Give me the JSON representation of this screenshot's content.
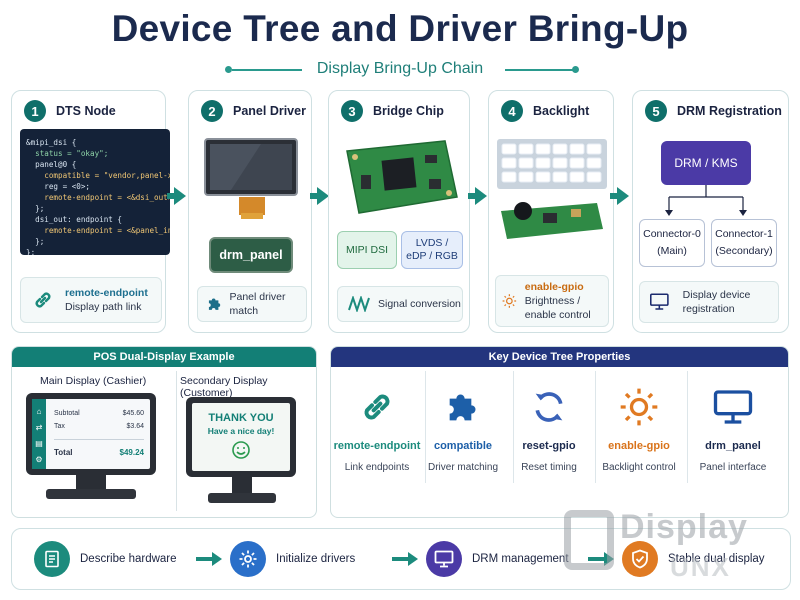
{
  "title": "Device Tree and Driver Bring-Up",
  "subtitle": "Display Bring-Up Chain",
  "steps": [
    {
      "num": "1",
      "title": "DTS Node",
      "code": [
        "&mipi_dsi {",
        "  status = \"okay\";",
        "  panel@0 {",
        "    compatible = \"vendor,panel-x\";",
        "    reg = <0>;",
        "    remote-endpoint = <&dsi_out>;",
        "  };",
        "  dsi_out: endpoint {",
        "    remote-endpoint = <&panel_in>;",
        "  };",
        "};"
      ],
      "info_em": "remote-endpoint",
      "info_text": "Display path link",
      "icon": "link-icon"
    },
    {
      "num": "2",
      "title": "Panel Driver",
      "chip_label": "drm_panel",
      "info_text": "Panel driver match",
      "icon": "puzzle-icon"
    },
    {
      "num": "3",
      "title": "Bridge Chip",
      "mipi": "MIPI DSI",
      "lvds": "LVDS / eDP / RGB",
      "info_text": "Signal conversion",
      "icon": "signal-wave-icon"
    },
    {
      "num": "4",
      "title": "Backlight",
      "info_em": "enable-gpio",
      "info_text": "Brightness / enable control",
      "icon": "sun-icon"
    },
    {
      "num": "5",
      "title": "DRM Registration",
      "drm": "DRM / KMS",
      "connectors": [
        {
          "name": "Connector-0",
          "role": "(Main)"
        },
        {
          "name": "Connector-1",
          "role": "(Secondary)"
        }
      ],
      "info_text": "Display device registration",
      "icon": "monitor-icon"
    }
  ],
  "pos": {
    "header": "POS Dual-Display Example",
    "main_title": "Main Display (Cashier)",
    "secondary_title": "Secondary Display (Customer)",
    "receipt": [
      {
        "label": "Subtotal",
        "value": "$45.60"
      },
      {
        "label": "Tax",
        "value": "$3.64"
      }
    ],
    "total_label": "Total",
    "total_value": "$49.24",
    "thanks": "THANK YOU",
    "nice_day": "Have a nice day!"
  },
  "props": {
    "header": "Key Device Tree Properties",
    "items": [
      {
        "name": "remote-endpoint",
        "desc": "Link endpoints",
        "icon": "link-icon",
        "color": "#1c8b7d"
      },
      {
        "name": "compatible",
        "desc": "Driver matching",
        "icon": "puzzle-icon",
        "color": "#1d5fa8"
      },
      {
        "name": "reset-gpio",
        "desc": "Reset timing",
        "icon": "refresh-icon",
        "color": "#1b2a4e"
      },
      {
        "name": "enable-gpio",
        "desc": "Backlight control",
        "icon": "sun-icon",
        "color": "#d9731a"
      },
      {
        "name": "drm_panel",
        "desc": "Panel interface",
        "icon": "monitor-icon",
        "color": "#1b2a4e"
      }
    ]
  },
  "bottom": [
    {
      "label": "Describe hardware",
      "icon": "document-icon",
      "color": "#1c8b7d"
    },
    {
      "label": "Initialize drivers",
      "icon": "gear-icon",
      "color": "#2a6fc9"
    },
    {
      "label": "DRM management",
      "icon": "monitor-icon",
      "color": "#4b3aa6"
    },
    {
      "label": "Stable dual display",
      "icon": "shield-icon",
      "color": "#e07a22"
    }
  ],
  "watermark": {
    "line1": "Display",
    "line2": "UNX"
  }
}
